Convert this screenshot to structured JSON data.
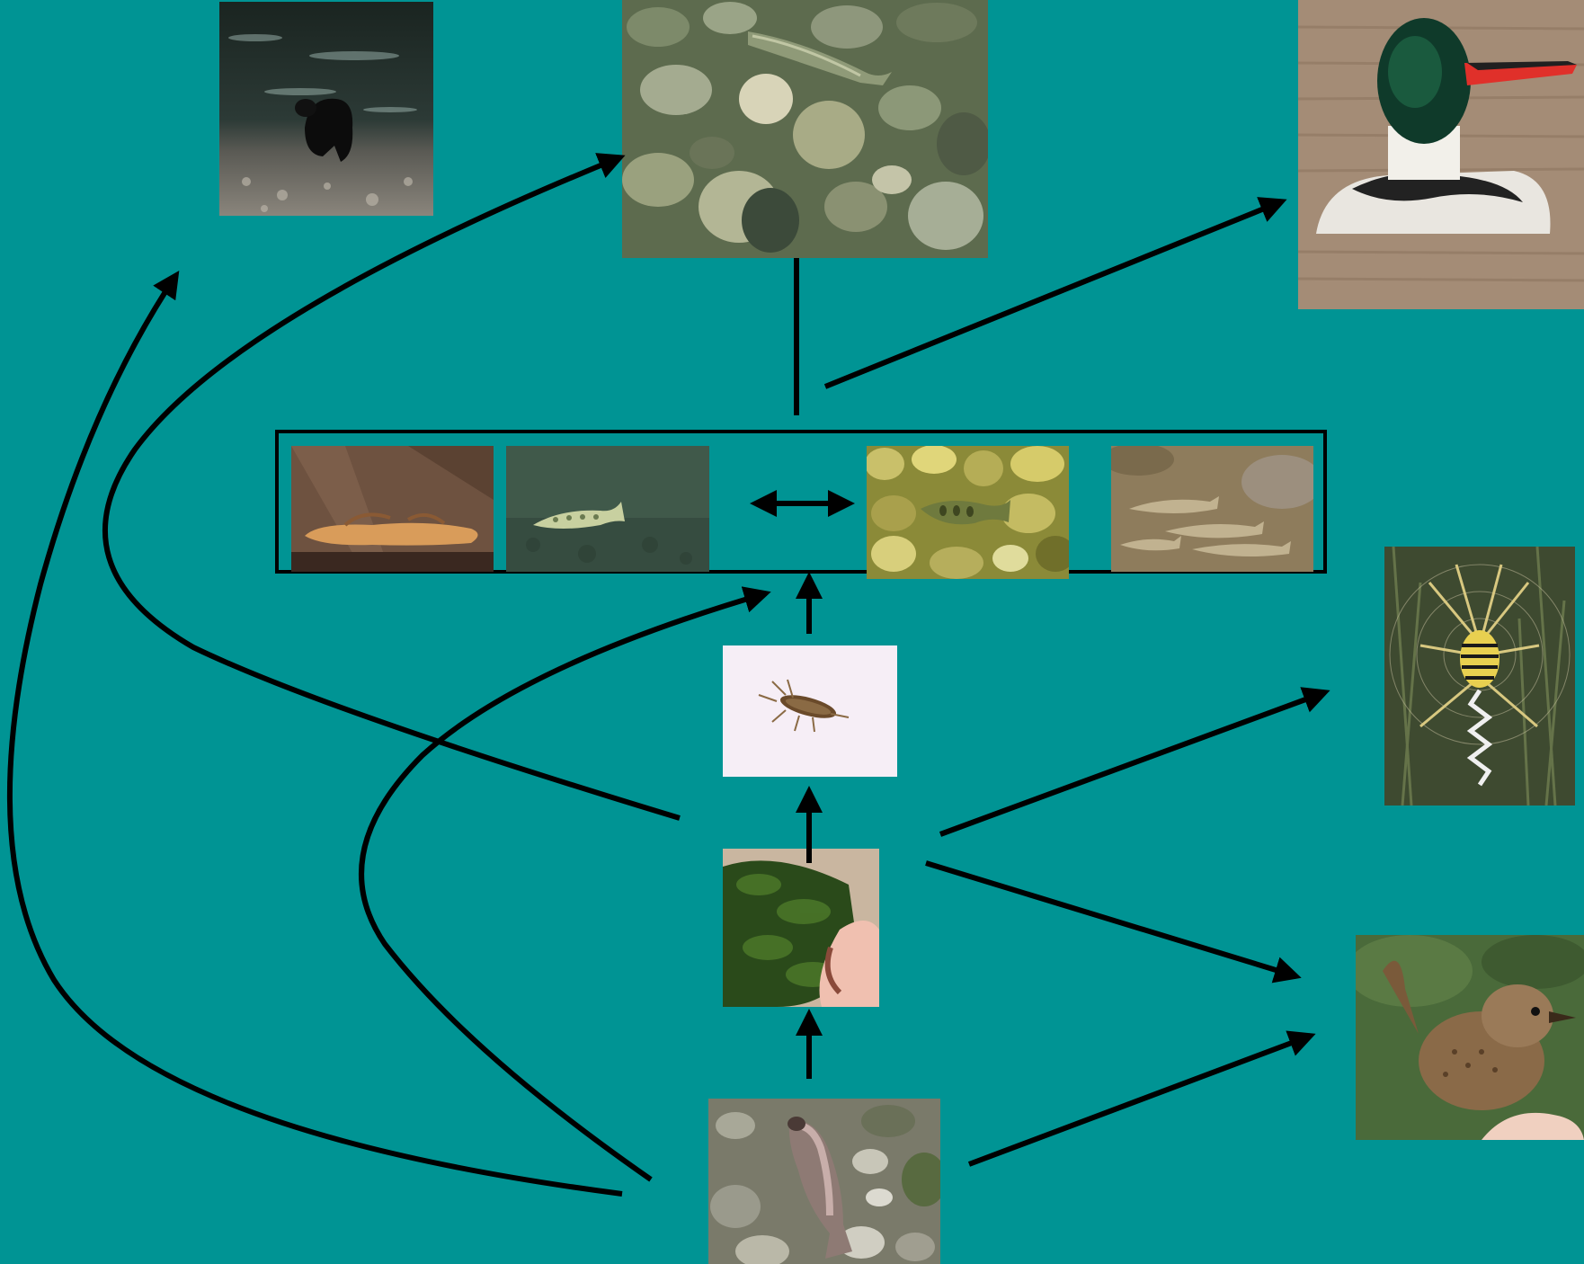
{
  "diagram": {
    "type": "food-web",
    "background": "#009494",
    "arrow_color": "#000000",
    "nodes": [
      {
        "id": "bear",
        "icon": "bear-photo"
      },
      {
        "id": "trout",
        "icon": "trout-in-stream-photo"
      },
      {
        "id": "merganser",
        "icon": "merganser-photo"
      },
      {
        "id": "sculpin",
        "icon": "sculpin-photo"
      },
      {
        "id": "juvenile-salmon",
        "icon": "juvenile-salmon-photo"
      },
      {
        "id": "fry",
        "icon": "fry-on-gravel-photo"
      },
      {
        "id": "fish-school",
        "icon": "fish-school-photo"
      },
      {
        "id": "insect-larva",
        "icon": "insect-larva-photo"
      },
      {
        "id": "algae-rock",
        "icon": "algae-covered-rock-photo"
      },
      {
        "id": "salmon-carcass",
        "icon": "salmon-carcass-photo"
      },
      {
        "id": "spider",
        "icon": "garden-spider-photo"
      },
      {
        "id": "wren",
        "icon": "wren-photo"
      }
    ],
    "edges": [
      {
        "from": "fish-group",
        "to": "trout"
      },
      {
        "from": "fish-group",
        "to": "merganser"
      },
      {
        "from": "juvenile-salmon",
        "to": "fry",
        "bidirectional": true
      },
      {
        "from": "insect-larva",
        "to": "fish-group"
      },
      {
        "from": "algae-rock",
        "to": "insect-larva"
      },
      {
        "from": "salmon-carcass",
        "to": "algae-rock"
      },
      {
        "from": "insect-larva",
        "to": "trout"
      },
      {
        "from": "insect-larva",
        "to": "spider"
      },
      {
        "from": "insect-larva",
        "to": "wren"
      },
      {
        "from": "salmon-carcass",
        "to": "wren"
      },
      {
        "from": "salmon-carcass",
        "to": "bear"
      },
      {
        "from": "salmon-carcass",
        "to": "fish-group"
      }
    ]
  }
}
